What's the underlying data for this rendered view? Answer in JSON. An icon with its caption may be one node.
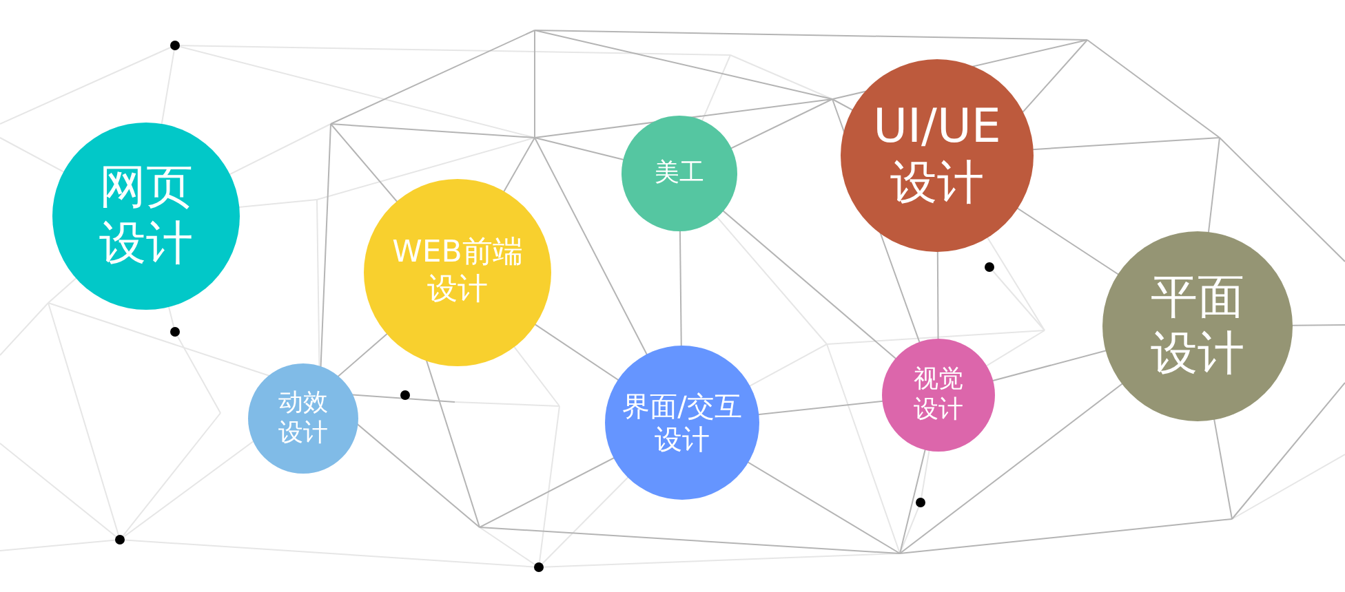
{
  "diagram": {
    "nodes": [
      {
        "text": [
          "网页设计"
        ]
      },
      {
        "text": [
          "动效设计"
        ]
      },
      {
        "text": [
          "WEB前端设计"
        ]
      },
      {
        "text": [
          "美工"
        ]
      },
      {
        "text": [
          "界面/交互设计"
        ]
      },
      {
        "text": [
          "UI/UE设计"
        ]
      },
      {
        "text": [
          "视觉设计"
        ]
      },
      {
        "text": [
          "平面设计"
        ]
      }
    ]
  }
}
